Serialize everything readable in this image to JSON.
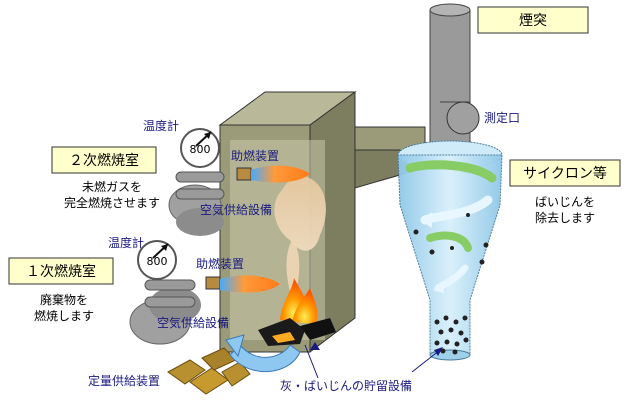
{
  "labels": {
    "chimney": "煙突",
    "measurement_port": "測定口",
    "cyclone": "サイクロン等",
    "cyclone_desc_1": "ばいじんを",
    "cyclone_desc_2": "除去します",
    "secondary_chamber": "２次燃焼室",
    "secondary_desc_1": "未燃ガスを",
    "secondary_desc_2": "完全燃焼させます",
    "primary_chamber": "１次燃焼室",
    "primary_desc_1": "廃棄物を",
    "primary_desc_2": "燃焼します",
    "thermometer_upper": "温度計",
    "thermometer_lower": "温度計",
    "gauge_upper_value": "800",
    "gauge_lower_value": "800",
    "burner_upper": "助燃装置",
    "burner_lower": "助燃装置",
    "air_supply_upper": "空気供給設備",
    "air_supply_lower": "空気供給設備",
    "feeder": "定量供給装置",
    "ash_storage": "灰・ばいじんの貯留設備"
  },
  "colors": {
    "label_box_fill": "#ffffcc",
    "annotation_text": "#1a1a80",
    "chimney": "#9a9a9a",
    "furnace_front": "#9b9b7a",
    "cyclone_body": "#a8d8f0",
    "flame": "#ff8800"
  }
}
